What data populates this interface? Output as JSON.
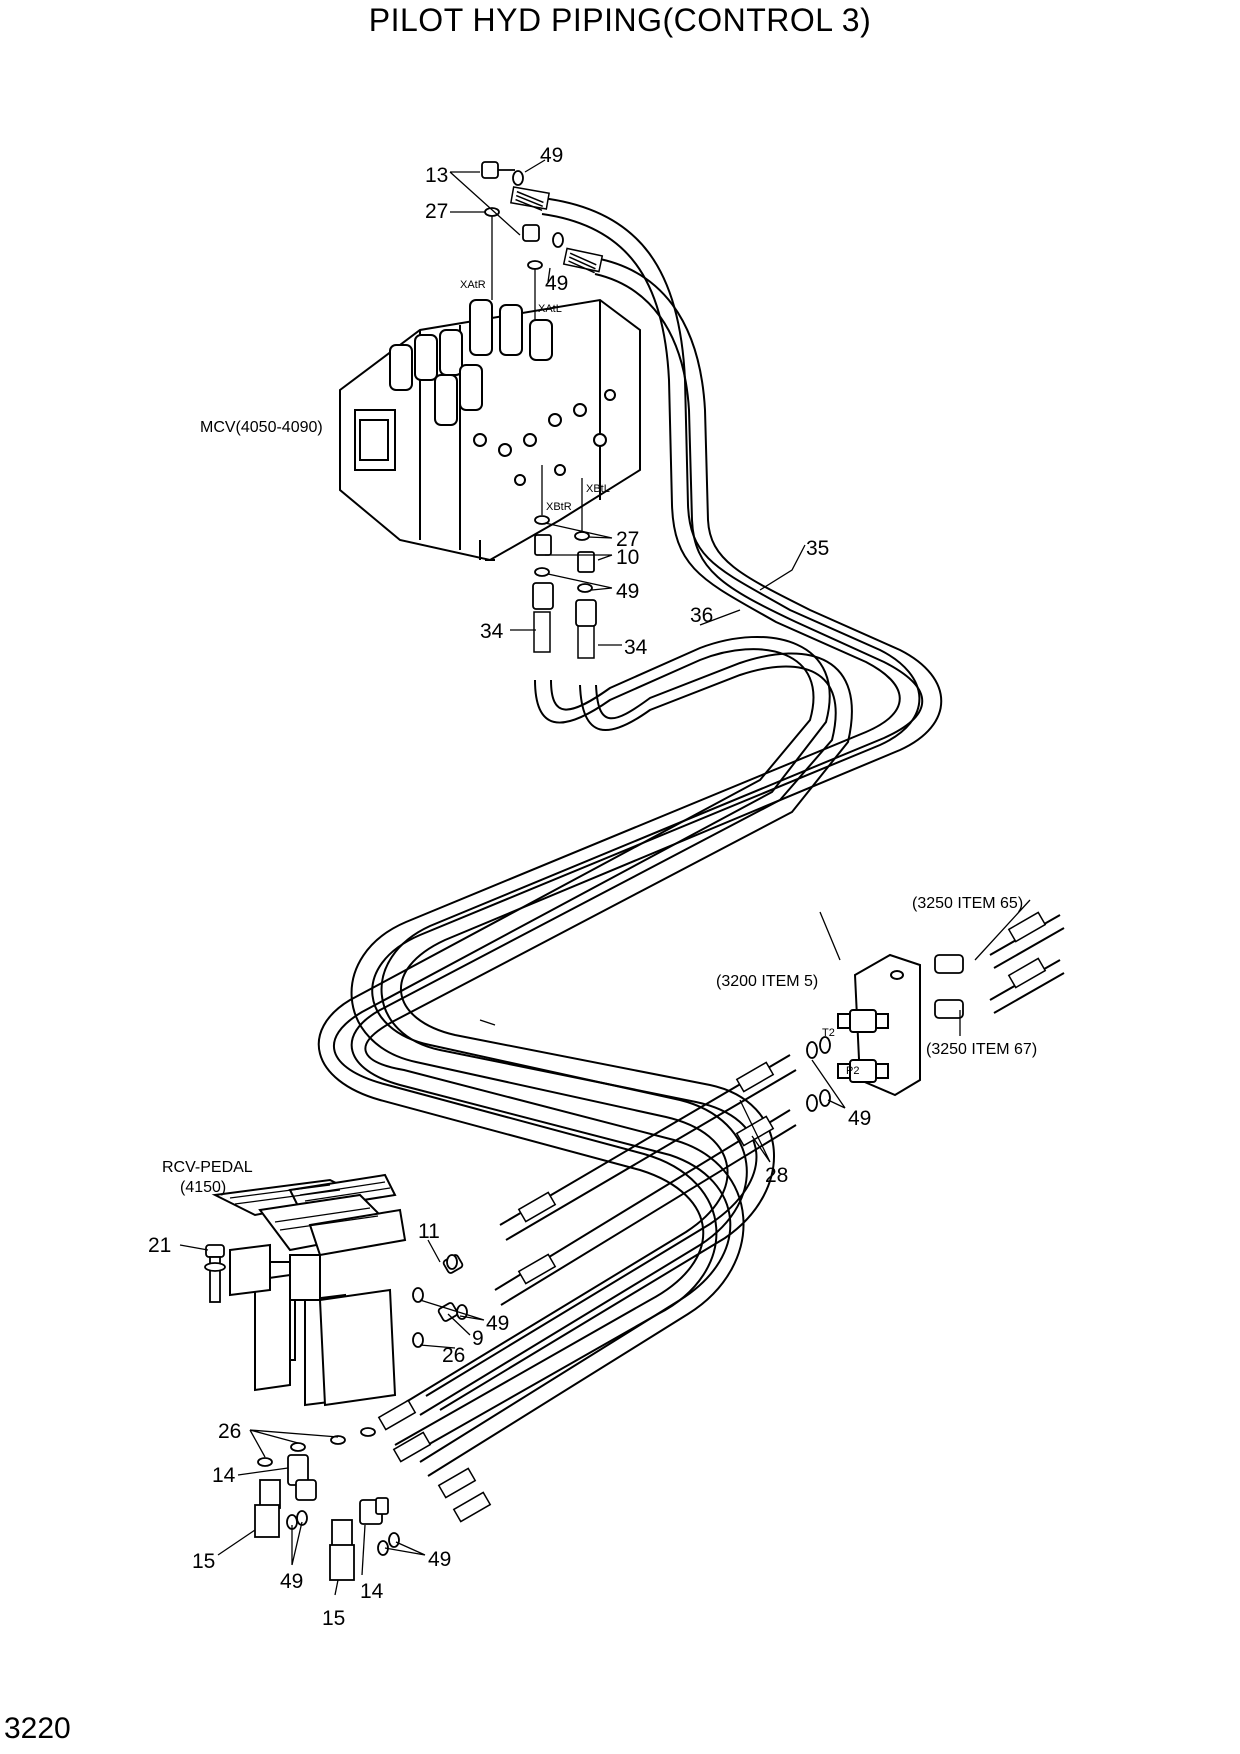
{
  "title": "PILOT HYD PIPING(CONTROL 3)",
  "page_number": "3220",
  "references": {
    "mcv": "MCV(4050-4090)",
    "rcv_line1": "RCV-PEDAL",
    "rcv_line2": "(4150)",
    "ref_3250_65": "(3250 ITEM 65)",
    "ref_3200_5": "(3200 ITEM 5)",
    "ref_3250_67": "(3250 ITEM 67)"
  },
  "ports": {
    "xatr": "XAtR",
    "xatl": "XAtL",
    "xbtr": "XBtR",
    "xbtl": "XBtL",
    "t2": "T2",
    "p2": "P2"
  },
  "callouts": {
    "c13": "13",
    "c49a": "49",
    "c27a": "27",
    "c49b": "49",
    "c27b": "27",
    "c10": "10",
    "c49c": "49",
    "c34a": "34",
    "c34b": "34",
    "c35": "35",
    "c36": "36",
    "c49d": "49",
    "c28": "28",
    "c21": "21",
    "c11": "11",
    "c49e": "49",
    "c9": "9",
    "c26a": "26",
    "c26b": "26",
    "c14a": "14",
    "c15a": "15",
    "c49f": "49",
    "c14b": "14",
    "c49g": "49",
    "c15b": "15"
  }
}
